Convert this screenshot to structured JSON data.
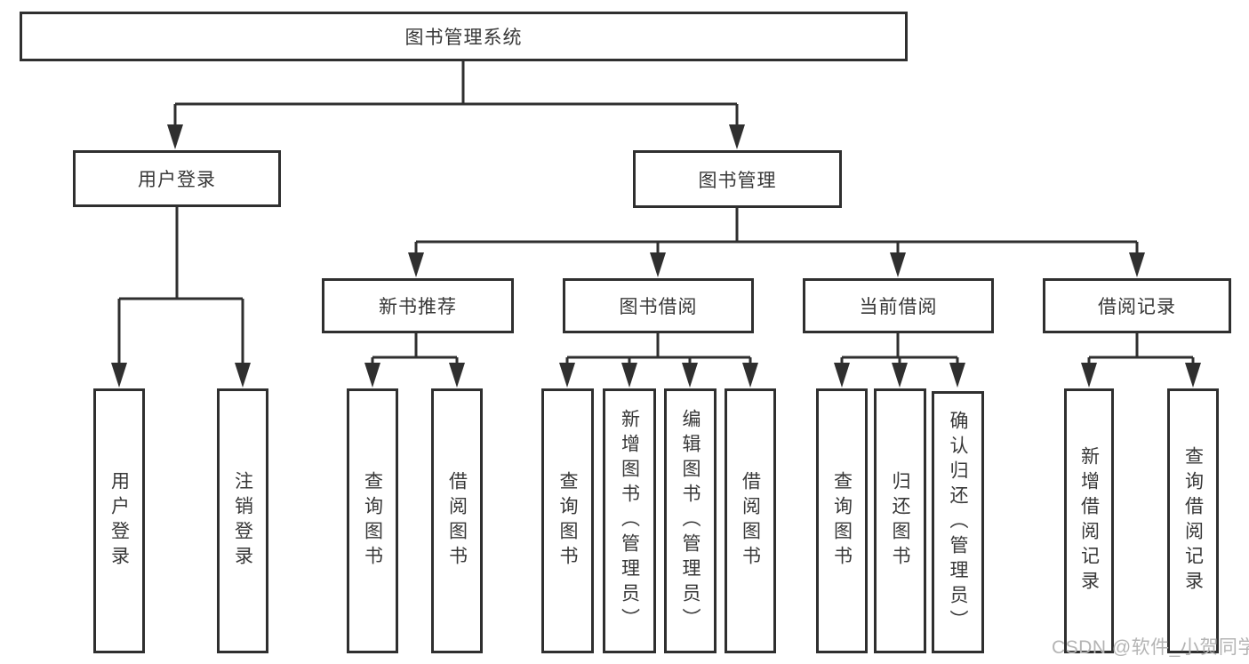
{
  "diagram": {
    "root": {
      "label": "图书管理系统"
    },
    "branches": [
      {
        "label": "用户登录",
        "children": [
          {
            "label": "用户登录"
          },
          {
            "label": "注销登录"
          }
        ]
      },
      {
        "label": "图书管理",
        "children": [
          {
            "label": "新书推荐",
            "children": [
              {
                "label": "查询图书"
              },
              {
                "label": "借阅图书"
              }
            ]
          },
          {
            "label": "图书借阅",
            "children": [
              {
                "label": "查询图书"
              },
              {
                "label": "新增图书（管理员）"
              },
              {
                "label": "编辑图书（管理员）"
              },
              {
                "label": "借阅图书"
              }
            ]
          },
          {
            "label": "当前借阅",
            "children": [
              {
                "label": "查询图书"
              },
              {
                "label": "归还图书"
              },
              {
                "label": "确认归还（管理员）"
              }
            ]
          },
          {
            "label": "借阅记录",
            "children": [
              {
                "label": "新增借阅记录"
              },
              {
                "label": "查询借阅记录"
              }
            ]
          }
        ]
      }
    ]
  },
  "watermark": {
    "text": "CSDN @软件_小贺同学"
  },
  "colors": {
    "line": "#2f2f2f",
    "text": "#383838",
    "background": "#ffffff",
    "watermark": "#b4b4b4"
  }
}
